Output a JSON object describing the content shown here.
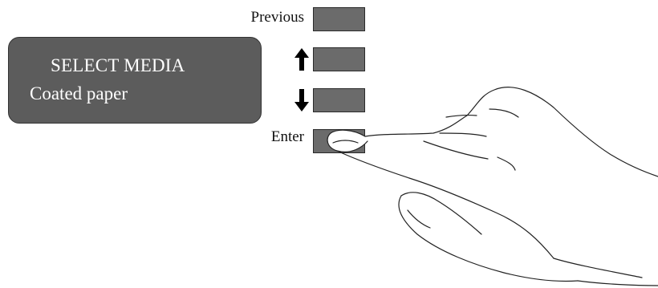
{
  "display": {
    "title": "SELECT MEDIA",
    "value": "Coated paper"
  },
  "buttons": {
    "previous_label": "Previous",
    "enter_label": "Enter"
  },
  "icons": {
    "up": "arrow-up-icon",
    "down": "arrow-down-icon",
    "hand": "pointing-hand-illustration"
  },
  "colors": {
    "panel": "#5c5c5c",
    "button": "#6b6b6b",
    "text_on_panel": "#ffffff"
  }
}
